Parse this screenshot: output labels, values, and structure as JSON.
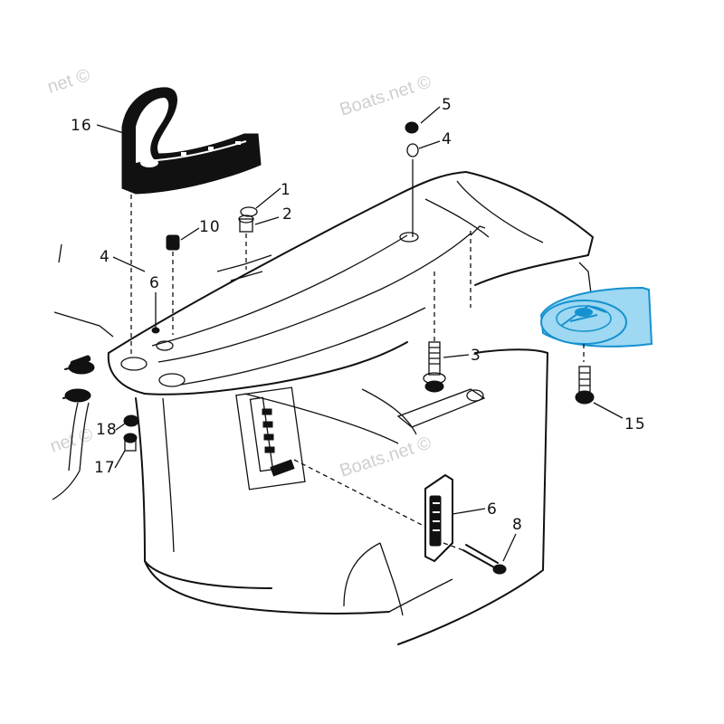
{
  "watermarks": [
    "net ©",
    "Boats.net ©",
    "Boats.net ©",
    "net ©"
  ],
  "callouts": {
    "c1": "1",
    "c2": "2",
    "c3": "3",
    "c4a": "4",
    "c4b": "4",
    "c5": "5",
    "c6a": "6",
    "c6b": "6",
    "c8": "8",
    "c10": "10",
    "c15": "15",
    "c16": "16",
    "c17": "17",
    "c18": "18"
  },
  "colors": {
    "ink": "#111111",
    "highlight_fill": "#9ed8f2",
    "highlight_stroke": "#1591cf",
    "watermark": "#cfcfcf"
  },
  "highlighted_part": "anode-plate-icon"
}
